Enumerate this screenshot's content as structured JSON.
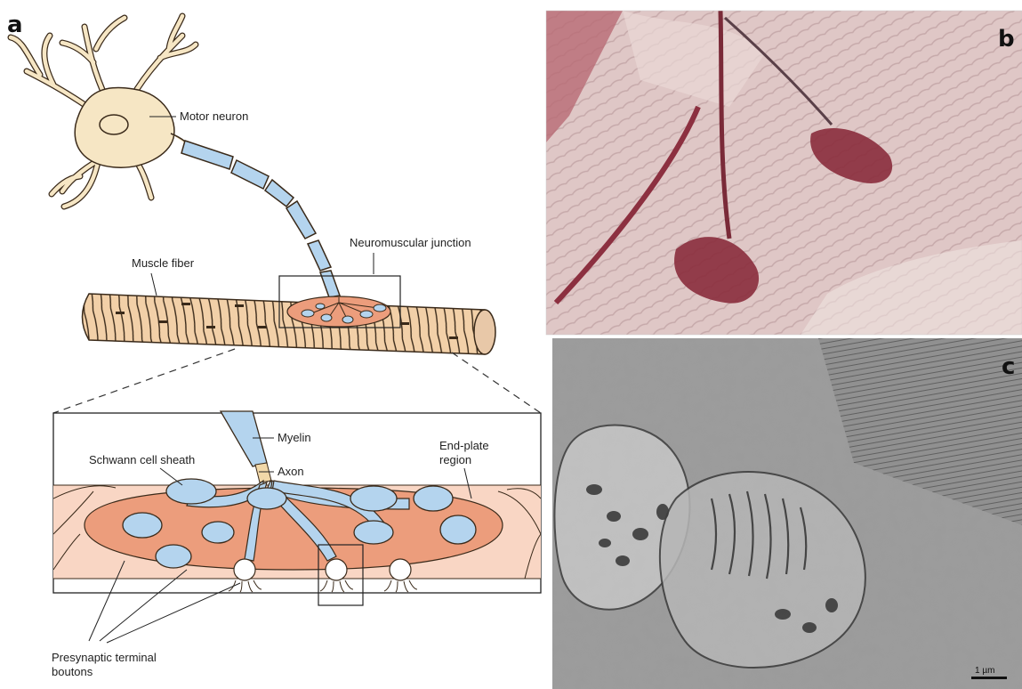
{
  "panels": {
    "a": {
      "letter": "a",
      "labels": {
        "motor_neuron": "Motor neuron",
        "neuromuscular_junction": "Neuromuscular junction",
        "muscle_fiber": "Muscle fiber",
        "myelin": "Myelin",
        "schwann_cell_sheath": "Schwann cell sheath",
        "axon": "Axon",
        "end_plate_line1": "End-plate",
        "end_plate_line2": "region",
        "presynaptic_line1": "Presynaptic terminal",
        "presynaptic_line2": "boutons"
      }
    },
    "b": {
      "letter": "b"
    },
    "c": {
      "letter": "c",
      "scale_bar": "1 µm"
    }
  },
  "colors": {
    "neuron_body": "#f6e6c4",
    "myelin": "#b4d4ee",
    "muscle": "#f2d0a8",
    "end_plate": "#ec9d7c",
    "muscle_light": "#f9d6c4",
    "micro_b_bg": "#dcc4c4",
    "stain": "#8a2c3c",
    "micro_c_bg": "#9a9a9a"
  }
}
